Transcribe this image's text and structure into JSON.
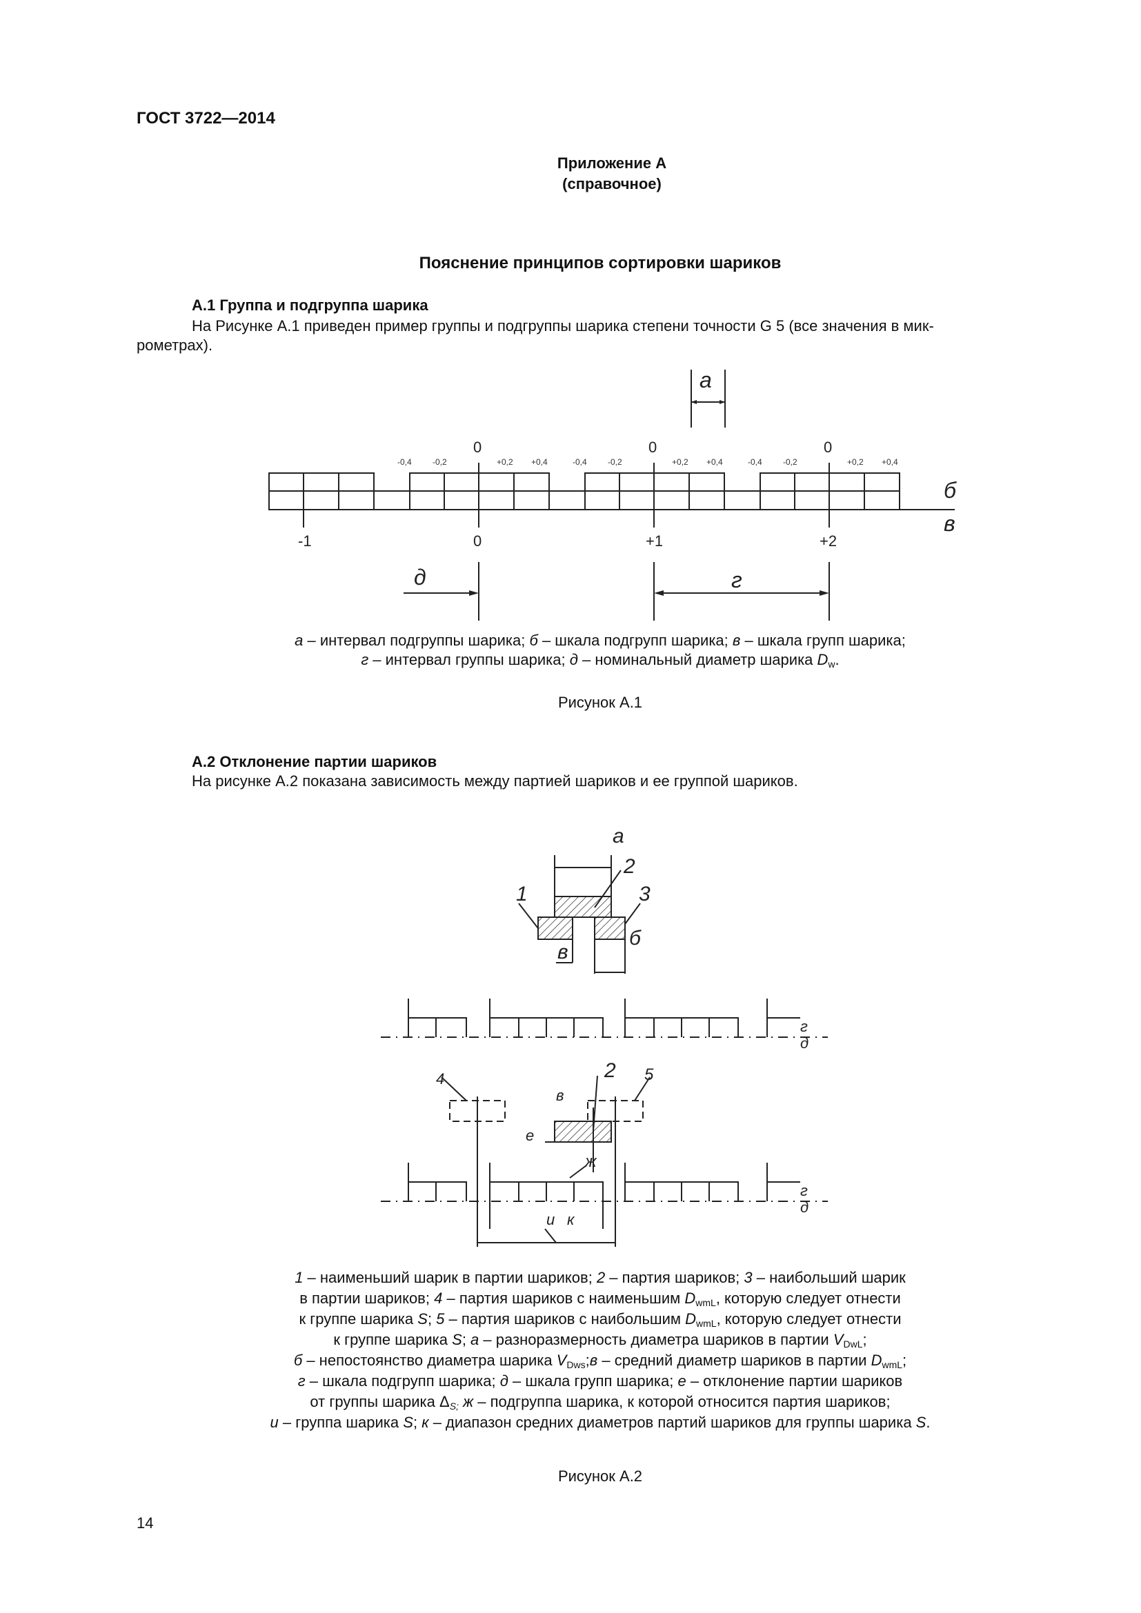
{
  "header": {
    "standard": "ГОСТ 3722—2014"
  },
  "annex": {
    "title": "Приложение А",
    "kind": "(справочное)"
  },
  "section_title": "Пояснение принципов сортировки шариков",
  "a1": {
    "heading": "А.1 Группа и подгруппа шарика",
    "text_line1": "На Рисунке А.1 приведен пример группы и подгруппы шарика степени точности G 5 (все значения в мик-",
    "text_line2": "рометрах)."
  },
  "fig1": {
    "letter_a": "а",
    "letter_b": "б",
    "letter_v": "в",
    "letter_g": "г",
    "letter_d": "д",
    "sub_ticks": [
      "-0,4",
      "-0,2",
      "0",
      "+0,2",
      "+0,4"
    ],
    "group_ticks": [
      "-1",
      "0",
      "+1",
      "+2"
    ],
    "legend_line1_parts": [
      "а",
      " – интервал подгруппы шарика; ",
      "б",
      " – шкала подгрупп шарика; ",
      "в",
      " – шкала групп шарика;"
    ],
    "legend_line2_parts": [
      "г",
      " – интервал группы шарика; ",
      "д",
      " – номинальный диаметр шарика ",
      "D",
      "w",
      "."
    ],
    "caption": "Рисунок А.1"
  },
  "a2": {
    "heading": "А.2 Отклонение партии шариков",
    "text": "На рисунке А.2 показана зависимость между партией шариков и ее группой шариков."
  },
  "fig2": {
    "labels": [
      "а",
      "1",
      "2",
      "3",
      "в",
      "б",
      "г",
      "д",
      "4",
      "2",
      "5",
      "в",
      "е",
      "ж",
      "г",
      "д",
      "и",
      "к"
    ],
    "legend": [
      [
        "1",
        " – наименьший шарик в партии шариков; ",
        "2",
        " – партия шариков; ",
        "3",
        " – наибольший шарик"
      ],
      [
        "в партии шариков; ",
        "4",
        " – партия шариков с наименьшим ",
        "D",
        "wmL",
        ", которую следует отнести"
      ],
      [
        "к группе шарика ",
        "S",
        "; ",
        "5",
        " – партия шариков с наибольшим ",
        "D",
        "wmL",
        ", которую следует отнести"
      ],
      [
        "к  группе  шарика  ",
        "S",
        "; ",
        "а",
        " – разноразмерность  диаметра  шариков  в  партии  ",
        "V",
        "DwL",
        ";"
      ],
      [
        "б",
        " – непостоянство диаметра шарика ",
        "V",
        "Dws",
        ";",
        "в",
        " – средний диаметр шариков в партии ",
        "D",
        "wmL",
        ";"
      ],
      [
        "г",
        " – шкала  подгрупп шарика;  ",
        "д",
        " – шкала групп шарика; ",
        "е",
        " – отклонение партии шариков"
      ],
      [
        "от  группы  шарика  Δ",
        "S;",
        " ",
        "ж",
        " – подгруппа  шарика,  к  которой  относится  партия  шариков;"
      ],
      [
        "и",
        " – группа  шарика  ",
        "S",
        ";  ",
        "к",
        " – диапазон  средних  диаметров  партий  шариков для группы шарика ",
        "S",
        "."
      ]
    ],
    "caption": "Рисунок А.2"
  },
  "footer": {
    "page_number": "14"
  }
}
